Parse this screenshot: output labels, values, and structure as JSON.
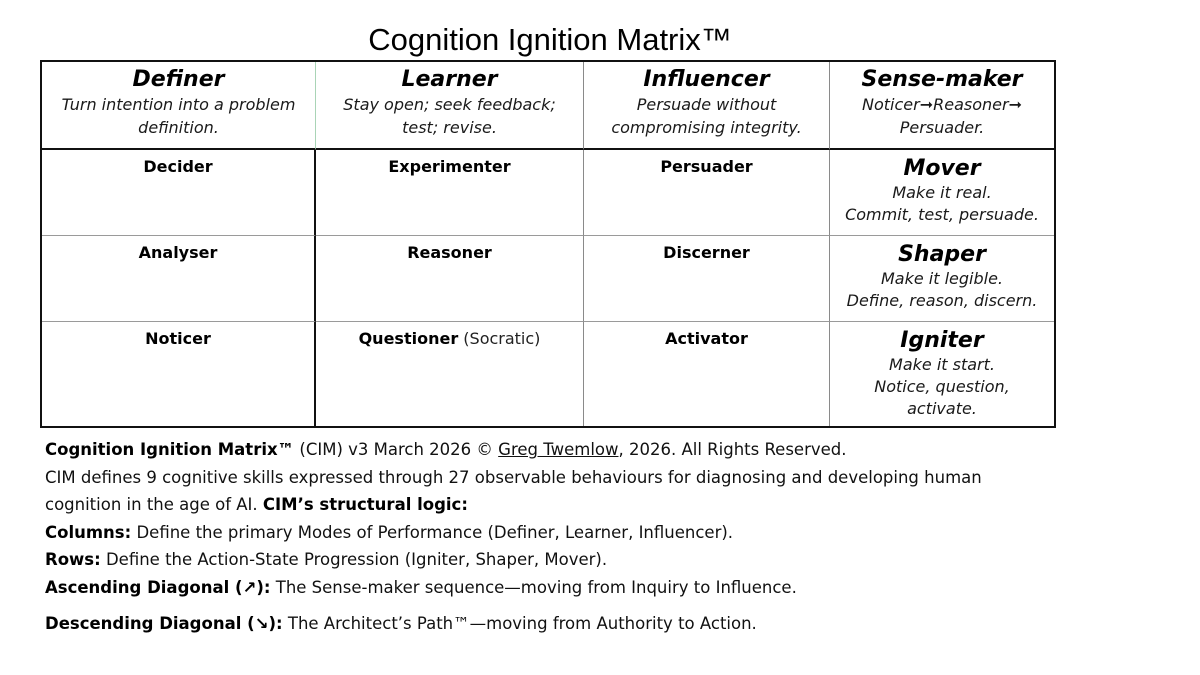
{
  "title": "Cognition Ignition Matrix™",
  "matrix": {
    "headers": [
      {
        "title": "Definer",
        "desc_lines": [
          "Turn intention into a problem",
          "definition."
        ]
      },
      {
        "title": "Learner",
        "desc_lines": [
          "Stay open; seek feedback;",
          "test; revise."
        ]
      },
      {
        "title": "Influencer",
        "desc_lines": [
          "Persuade without",
          "compromising integrity."
        ]
      },
      {
        "title": "Sense-maker",
        "desc_lines": [
          "Noticer➞Reasoner➞",
          "Persuader."
        ]
      }
    ],
    "rows": [
      {
        "skills": [
          {
            "name": "Decider",
            "note": ""
          },
          {
            "name": "Experimenter",
            "note": ""
          },
          {
            "name": "Persuader",
            "note": ""
          }
        ],
        "state": {
          "title": "Mover",
          "desc_lines": [
            "Make it real.",
            "Commit, test, persuade."
          ]
        }
      },
      {
        "skills": [
          {
            "name": "Analyser",
            "note": ""
          },
          {
            "name": "Reasoner",
            "note": ""
          },
          {
            "name": "Discerner",
            "note": ""
          }
        ],
        "state": {
          "title": "Shaper",
          "desc_lines": [
            "Make it legible.",
            "Define, reason, discern."
          ]
        }
      },
      {
        "skills": [
          {
            "name": "Noticer",
            "note": ""
          },
          {
            "name": "Questioner",
            "note": " (Socratic)"
          },
          {
            "name": "Activator",
            "note": ""
          }
        ],
        "state": {
          "title": "Igniter",
          "desc_lines": [
            "Make it start.",
            "Notice, question,",
            "activate."
          ]
        }
      }
    ]
  },
  "notes": {
    "copyright": {
      "bold": "Cognition Ignition Matrix™",
      "text_before_link": " (CIM) v3 March 2026 © ",
      "link": "Greg Twemlow",
      "text_after_link": ", 2026. All Rights Reserved."
    },
    "definition": {
      "line1": "CIM defines 9 cognitive skills expressed through 27 observable behaviours for diagnosing and developing human",
      "line2_text": "cognition in the age of AI. ",
      "line2_bold": "CIM’s structural logic:"
    },
    "columns": {
      "label": "Columns:",
      "text": " Define the primary Modes of Performance (Definer, Learner, Influencer)."
    },
    "rows": {
      "label": "Rows:",
      "text": " Define the Action-State Progression (Igniter, Shaper, Mover)."
    },
    "ascending": {
      "label": "Ascending Diagonal (↗):",
      "text": " The Sense-maker sequence—moving from Inquiry to Influence."
    },
    "descending": {
      "label": "Descending Diagonal (↘):",
      "text": " The Architect’s Path™—moving from Authority to Action."
    }
  },
  "colors": {
    "border_dark": "#111111",
    "border_light": "#8a8a8a",
    "header_divider_green": "#a9d4b6"
  }
}
